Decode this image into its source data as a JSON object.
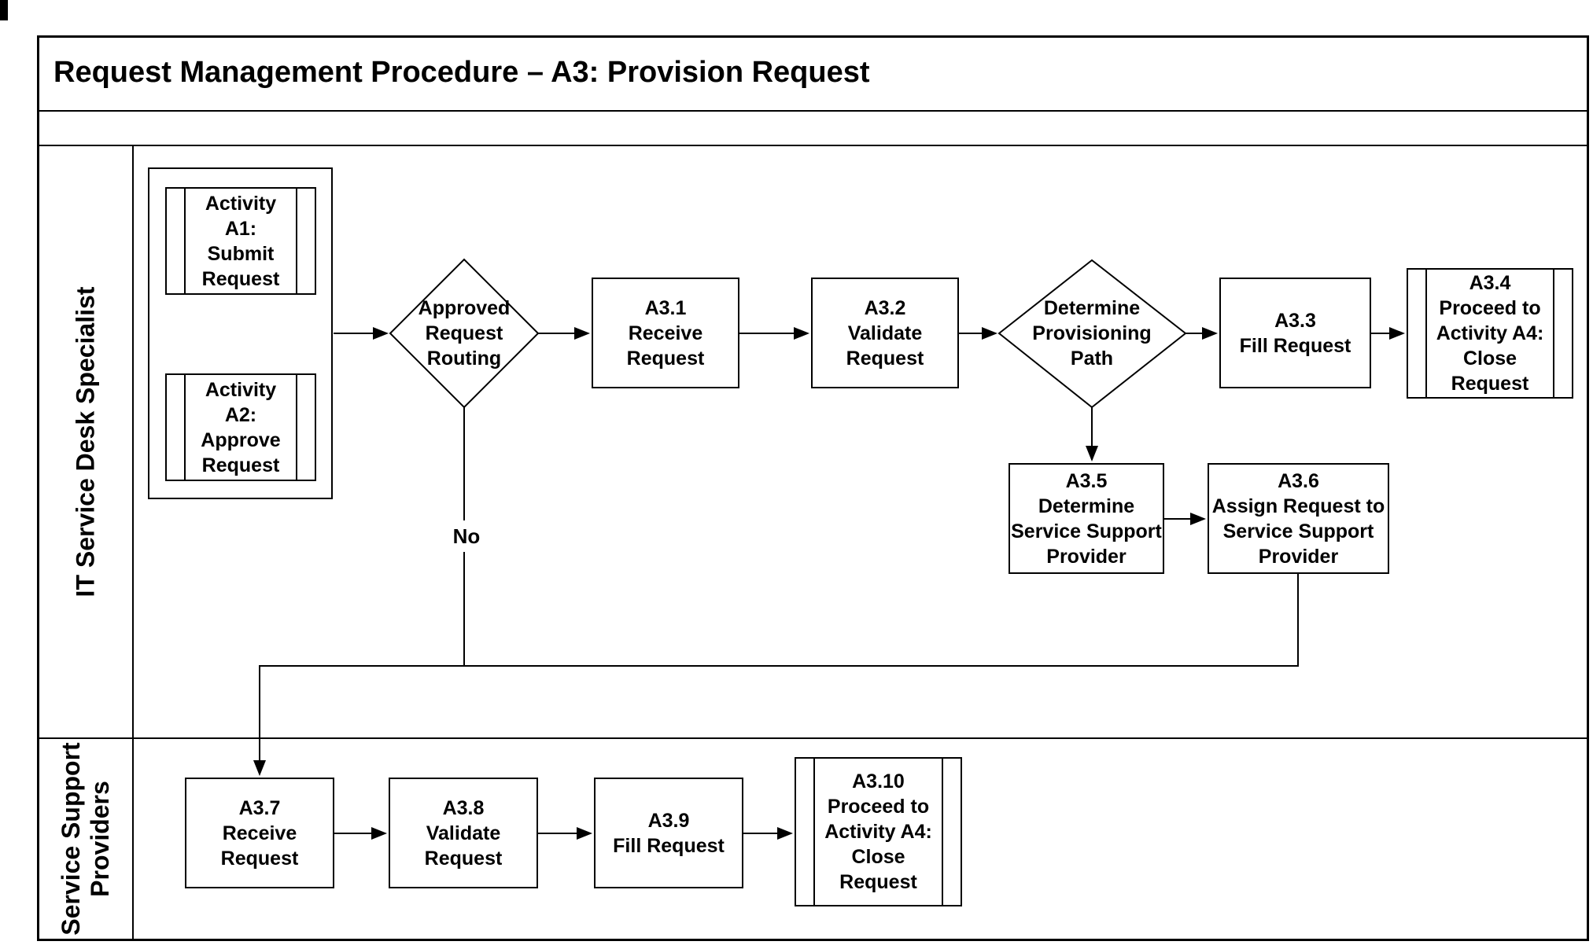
{
  "title": "Request Management Procedure – A3: Provision Request",
  "lanes": [
    {
      "label": "IT Service Desk Specialist"
    },
    {
      "label": "Service Support\nProviders"
    }
  ],
  "nodes": {
    "a1": {
      "label": "Activity\nA1:\nSubmit\nRequest",
      "type": "subprocess"
    },
    "a2": {
      "label": "Activity\nA2:\nApprove\nRequest",
      "type": "subprocess"
    },
    "d1": {
      "label": "Approved\nRequest\nRouting",
      "type": "decision"
    },
    "a31": {
      "label": "A3.1\nReceive\nRequest",
      "type": "process"
    },
    "a32": {
      "label": "A3.2\nValidate\nRequest",
      "type": "process"
    },
    "d2": {
      "label": "Determine\nProvisioning\nPath",
      "type": "decision"
    },
    "a33": {
      "label": "A3.3\nFill Request",
      "type": "process"
    },
    "a34": {
      "label": "A3.4\nProceed to\nActivity A4:\nClose\nRequest",
      "type": "subprocess"
    },
    "a35": {
      "label": "A3.5\nDetermine\nService Support\nProvider",
      "type": "process"
    },
    "a36": {
      "label": "A3.6\nAssign Request to\nService Support\nProvider",
      "type": "process"
    },
    "a37": {
      "label": "A3.7\nReceive\nRequest",
      "type": "process"
    },
    "a38": {
      "label": "A3.8\nValidate\nRequest",
      "type": "process"
    },
    "a39": {
      "label": "A3.9\nFill Request",
      "type": "process"
    },
    "a310": {
      "label": "A3.10\nProceed to\nActivity A4:\nClose\nRequest",
      "type": "subprocess"
    }
  },
  "edge_labels": {
    "no": "No"
  },
  "colors": {
    "line": "#000000",
    "background": "#ffffff"
  }
}
